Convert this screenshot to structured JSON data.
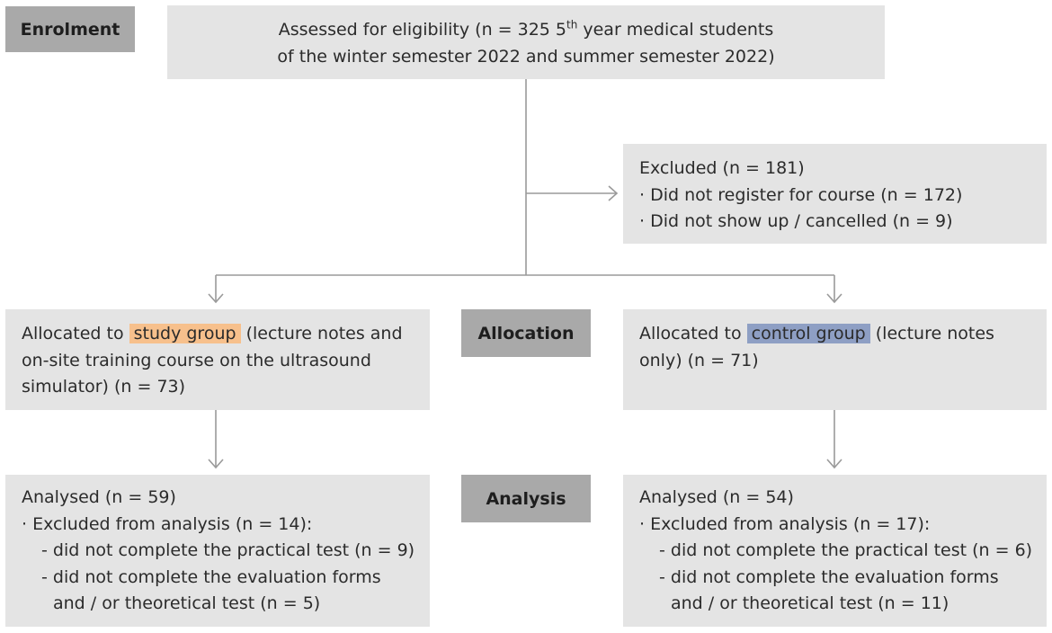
{
  "labels": {
    "enrolment": "Enrolment",
    "allocation": "Allocation",
    "analysis": "Analysis"
  },
  "assessed": {
    "line1_pre": "Assessed for eligibility (n = 325 5",
    "line1_sup": "th",
    "line1_post": " year medical students",
    "line2": "of the winter semester 2022 and summer semester 2022)"
  },
  "excluded": {
    "title": "Excluded (n = 181)",
    "items": [
      "· Did not register for course (n = 172)",
      "· Did not show up / cancelled (n = 9)"
    ]
  },
  "study": {
    "pre": "Allocated to ",
    "highlight": "study group",
    "post": " (lecture notes and",
    "line2": "on-site training course on the ultrasound",
    "line3": "simulator) (n = 73)"
  },
  "control": {
    "pre": "Allocated to ",
    "highlight": "control group",
    "post": " (lecture notes",
    "line2": "only) (n = 71)"
  },
  "analysed_study": {
    "title": "Analysed (n = 59)",
    "excl": "· Excluded from analysis (n = 14):",
    "r1": "- did not complete the practical test (n = 9)",
    "r2": "- did not complete the evaluation forms",
    "r3": "and / or theoretical test (n = 5)"
  },
  "analysed_control": {
    "title": "Analysed (n = 54)",
    "excl": "· Excluded from analysis (n = 17):",
    "r1": "- did not complete the practical test (n = 6)",
    "r2": "- did not complete the evaluation forms",
    "r3": "and / or theoretical test (n = 11)"
  },
  "colors": {
    "study_highlight": "#f7c08c",
    "control_highlight": "#8e9fc4",
    "box": "#e4e4e4",
    "label": "#a9a9a9",
    "line": "#9a9a9a"
  }
}
